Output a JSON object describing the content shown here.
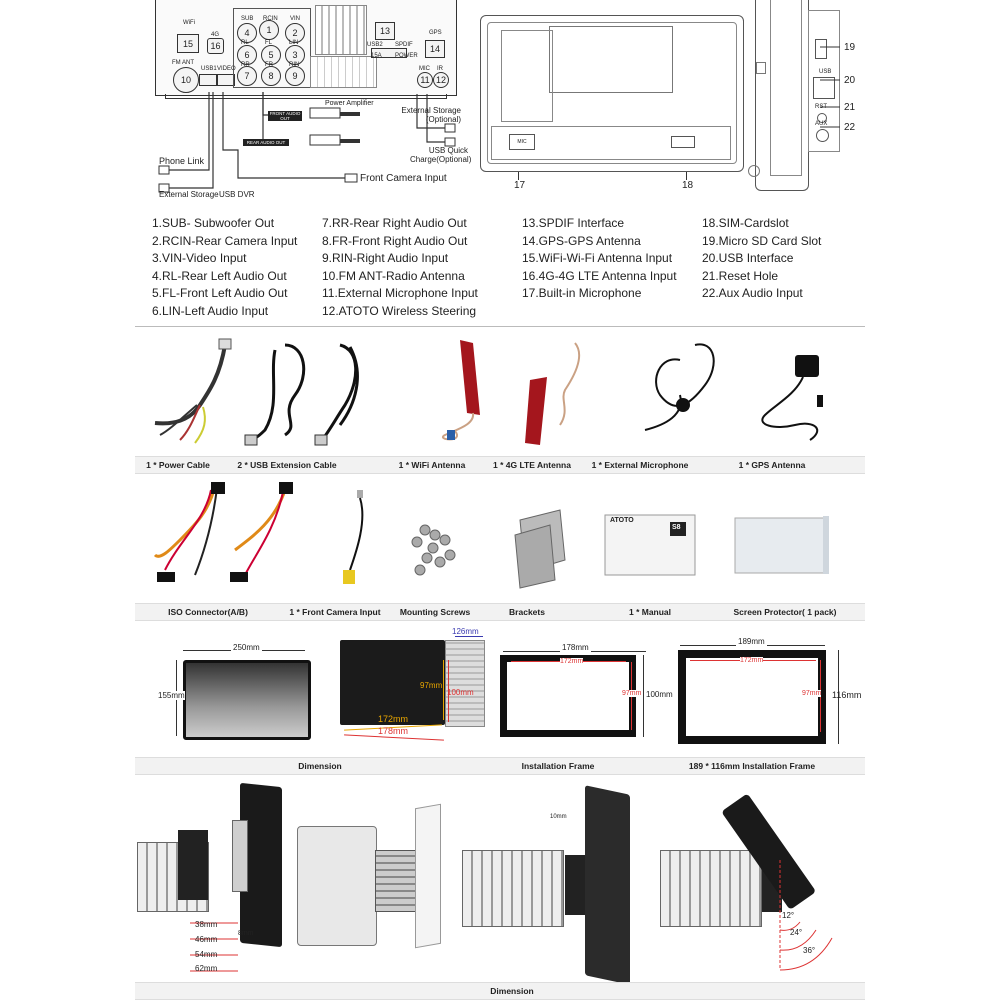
{
  "wiring": {
    "ports": {
      "wifi": "WiFi",
      "p15": "15",
      "g4": "4G",
      "p16": "16",
      "sub": "SUB",
      "rcin": "RCIN",
      "vin": "VIN",
      "p4": "4",
      "p1": "1",
      "p2": "2",
      "p3": "3",
      "rl": "RL",
      "fl": "FL",
      "lin": "LIN",
      "p6": "6",
      "p5": "5",
      "p7": "7",
      "p8": "8",
      "p9": "9",
      "rr": "RR",
      "fr": "FR",
      "rin": "RIN",
      "p13": "13",
      "usb2": "USB2",
      "spdif": "SPDIF",
      "a15": "15A",
      "power": "POWER",
      "gps": "GPS",
      "p14": "14",
      "fmant": "FM ANT",
      "p10": "10",
      "usb1": "USB1",
      "video": "VIDEO",
      "mic": "MIC",
      "ir": "IR",
      "p11": "11",
      "p12": "12"
    },
    "labels": {
      "power_amp": "Power Amplifier",
      "front_audio_out": "FRONT AUDIO OUT",
      "rear_audio_out": "REAR AUDIO OUT",
      "external_storage_optional": "External Storage (Optional)",
      "usb_quick_charge": "USB Quick Charge(Optional)",
      "phone_link": "Phone Link",
      "external_storage": "External Storage",
      "usb_dvr": "USB DVR",
      "front_camera_input": "Front Camera Input"
    }
  },
  "side_view": {
    "callouts": [
      "19",
      "20",
      "21",
      "22"
    ],
    "bottom_callouts": [
      "17",
      "18"
    ],
    "mic": "MIC",
    "usb": "USB",
    "rst": "RST",
    "aux": "AUX"
  },
  "legend": {
    "col1": [
      "1.SUB- Subwoofer Out",
      "2.RCIN-Rear Camera Input",
      "3.VIN-Video Input",
      "4.RL-Rear Left Audio Out",
      "5.FL-Front Left Audio Out",
      "6.LIN-Left Audio Input"
    ],
    "col2": [
      "7.RR-Rear Right Audio Out",
      "8.FR-Front Right Audio Out",
      "9.RIN-Right Audio Input",
      "10.FM ANT-Radio Antenna",
      "11.External Microphone Input",
      "12.ATOTO Wireless Steering"
    ],
    "col3": [
      "13.SPDIF Interface",
      "14.GPS-GPS Antenna",
      "15.WiFi-Wi-Fi Antenna Input",
      "16.4G-4G LTE Antenna Input",
      "17.Built-in Microphone"
    ],
    "col4": [
      "18.SIM-Cardslot",
      "19.Micro SD Card Slot",
      "20.USB Interface",
      "21.Reset Hole",
      "22.Aux Audio Input"
    ]
  },
  "accessories_row1": [
    "1 * Power Cable",
    "2 * USB Extension Cable",
    "1 * WiFi Antenna",
    "1 * 4G LTE Antenna",
    "1 * External Microphone",
    "1 * GPS Antenna"
  ],
  "accessories_row2": [
    "ISO Connector(A/B)",
    "1 * Front Camera Input",
    "Mounting Screws",
    "Brackets",
    "1 * Manual",
    "Screen Protector( 1 pack)"
  ],
  "manual": {
    "brand": "ATOTO",
    "model": "S8"
  },
  "dimensions_row": {
    "captions": [
      "Dimension",
      "Installation Frame",
      "189 * 116mm Installation Frame"
    ],
    "screen_w": "250mm",
    "screen_h": "155mm",
    "depth": "126mm",
    "body_h": "97mm",
    "body_h2": "100mm",
    "body_w": "172mm",
    "body_w2": "178mm",
    "frame1_outer_w": "178mm",
    "frame1_inner_w": "172mm",
    "frame1_inner_h": "97mm",
    "frame1_outer_h": "100mm",
    "frame2_outer_w": "189mm",
    "frame2_inner_w": "172mm",
    "frame2_inner_h": "97mm",
    "frame2_outer_h": "116mm"
  },
  "bottom_row": {
    "caption": "Dimension",
    "depths": [
      "38mm",
      "46mm",
      "54mm",
      "62mm"
    ],
    "offset": "8mm",
    "tilt_gap": "10mm",
    "angles": [
      "12°",
      "24°",
      "36°"
    ]
  }
}
